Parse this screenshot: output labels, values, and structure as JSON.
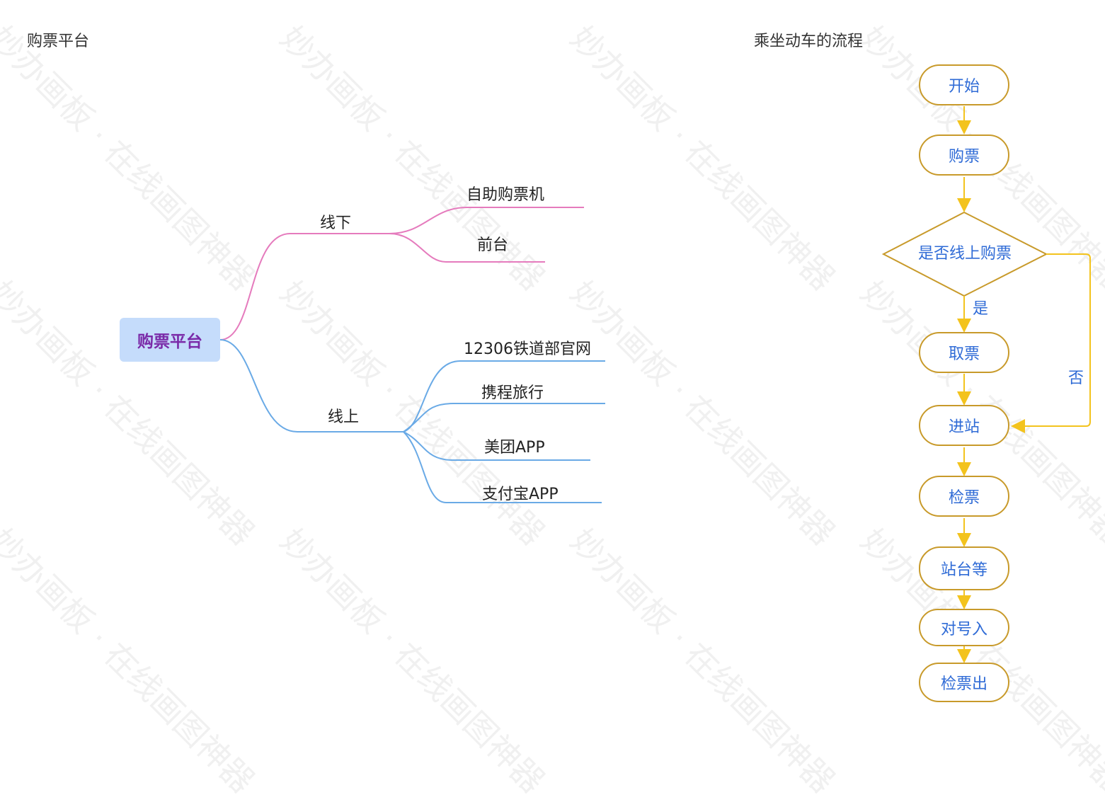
{
  "watermark": "妙办画板 · 在线画图神器",
  "mindmap": {
    "title": "购票平台",
    "root": "购票平台",
    "offline": {
      "label": "线下",
      "children": [
        "自助购票机",
        "前台"
      ]
    },
    "online": {
      "label": "线上",
      "children": [
        "12306铁道部官网",
        "携程旅行",
        "美团APP",
        "支付宝APP"
      ]
    },
    "colors": {
      "offline": "#e57bbd",
      "online": "#6aaae6",
      "root_bg": "#c5dcfb",
      "root_text": "#7a2aa8"
    }
  },
  "flowchart": {
    "title": "乘坐动车的流程",
    "start": "开始",
    "buy": "购票",
    "decision": "是否线上购票",
    "yes": "是",
    "no": "否",
    "take": "取票",
    "enter": "进站",
    "check": "检票",
    "wait": "站台等",
    "seat": "对号入",
    "exit": "检票出",
    "colors": {
      "border": "#c89a2a",
      "arrow": "#f3c31d",
      "text": "#2f6bd6"
    }
  }
}
